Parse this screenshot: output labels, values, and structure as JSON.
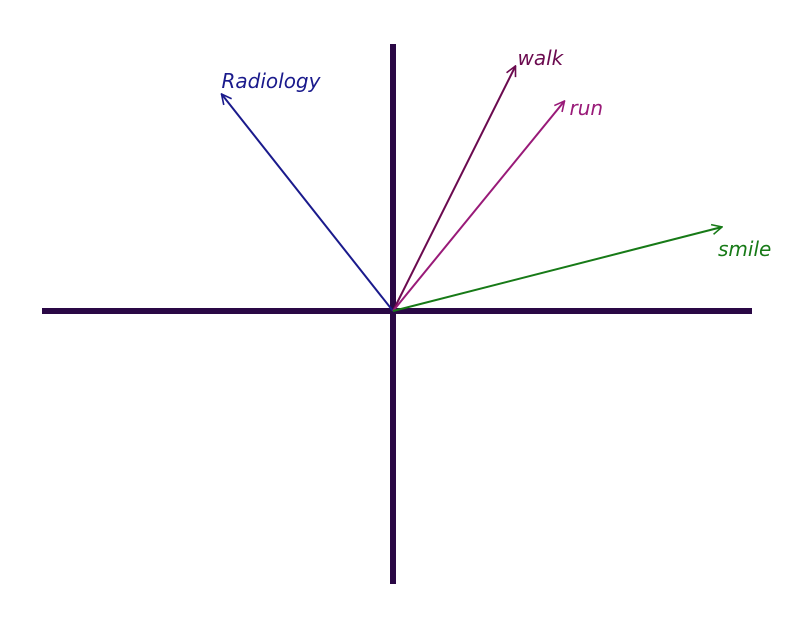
{
  "colors": {
    "axis": "#2a0845",
    "radiology": "#1a1a8c",
    "walk": "#6b0a4f",
    "run": "#991a78",
    "smile": "#177a17"
  },
  "vectors": [
    {
      "id": "radiology",
      "label": "Radiology",
      "x": -4.9,
      "y": 6.2
    },
    {
      "id": "walk",
      "label": "walk",
      "x": 3.5,
      "y": 7.0
    },
    {
      "id": "run",
      "label": "run",
      "x": 4.9,
      "y": 6.0
    },
    {
      "id": "smile",
      "label": "smile",
      "x": 9.4,
      "y": 2.4
    }
  ]
}
